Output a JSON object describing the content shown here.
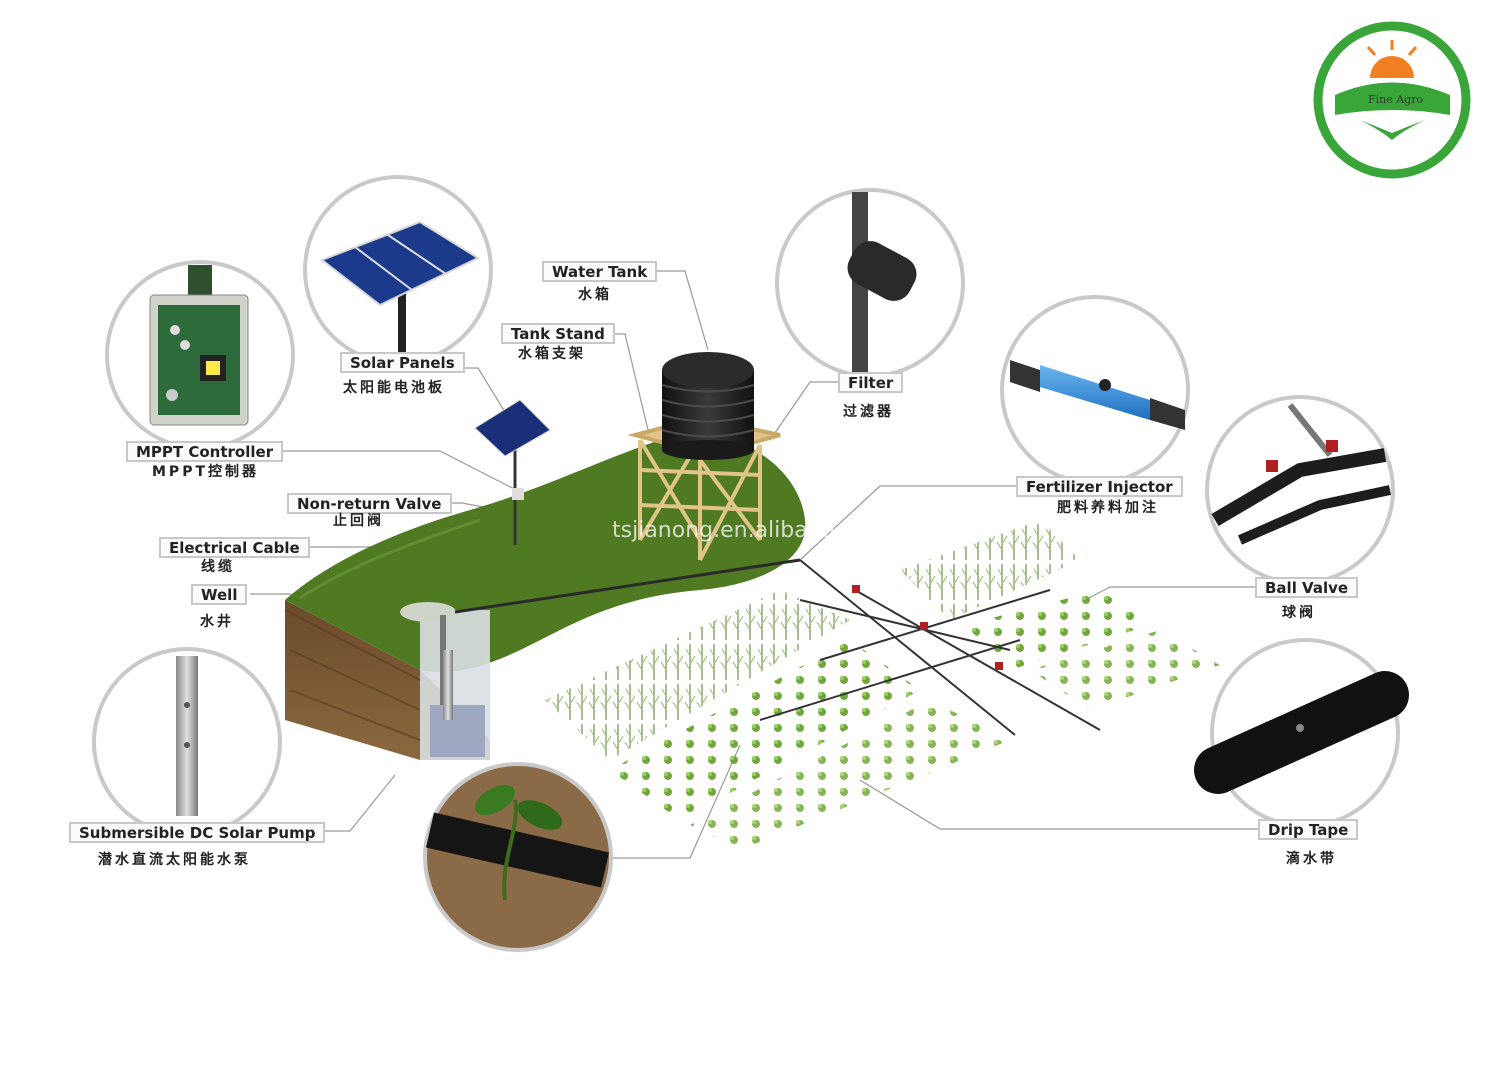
{
  "logo": {
    "text": "Fine Agro",
    "ring_color": "#3aa63a"
  },
  "watermark": "tsjianong.en.alibaba.com",
  "labels": {
    "mppt_controller": {
      "en": "MPPT Controller",
      "cn": "MPPT控制器"
    },
    "solar_panels": {
      "en": "Solar Panels",
      "cn": "太阳能电池板"
    },
    "water_tank": {
      "en": "Water Tank",
      "cn": "水箱"
    },
    "tank_stand": {
      "en": "Tank Stand",
      "cn": "水箱支架"
    },
    "filter": {
      "en": "Filter",
      "cn": "过滤器"
    },
    "fertilizer_injector": {
      "en": "Fertilizer Injector",
      "cn": "肥料养料加注"
    },
    "non_return_valve": {
      "en": "Non-return Valve",
      "cn": "止回阀"
    },
    "electrical_cable": {
      "en": "Electrical Cable",
      "cn": "线缆"
    },
    "well": {
      "en": "Well",
      "cn": "水井"
    },
    "ball_valve": {
      "en": "Ball Valve",
      "cn": "球阀"
    },
    "submersible_pump": {
      "en": "Submersible DC Solar Pump",
      "cn": "潜水直流太阳能水泵"
    },
    "drip_tape": {
      "en": "Drip Tape",
      "cn": "滴水带"
    }
  },
  "colors": {
    "grass": "#4f7a22",
    "soil": "#7a5632",
    "label_border": "#c8c8c8",
    "pipe": "#2a2a2a"
  }
}
